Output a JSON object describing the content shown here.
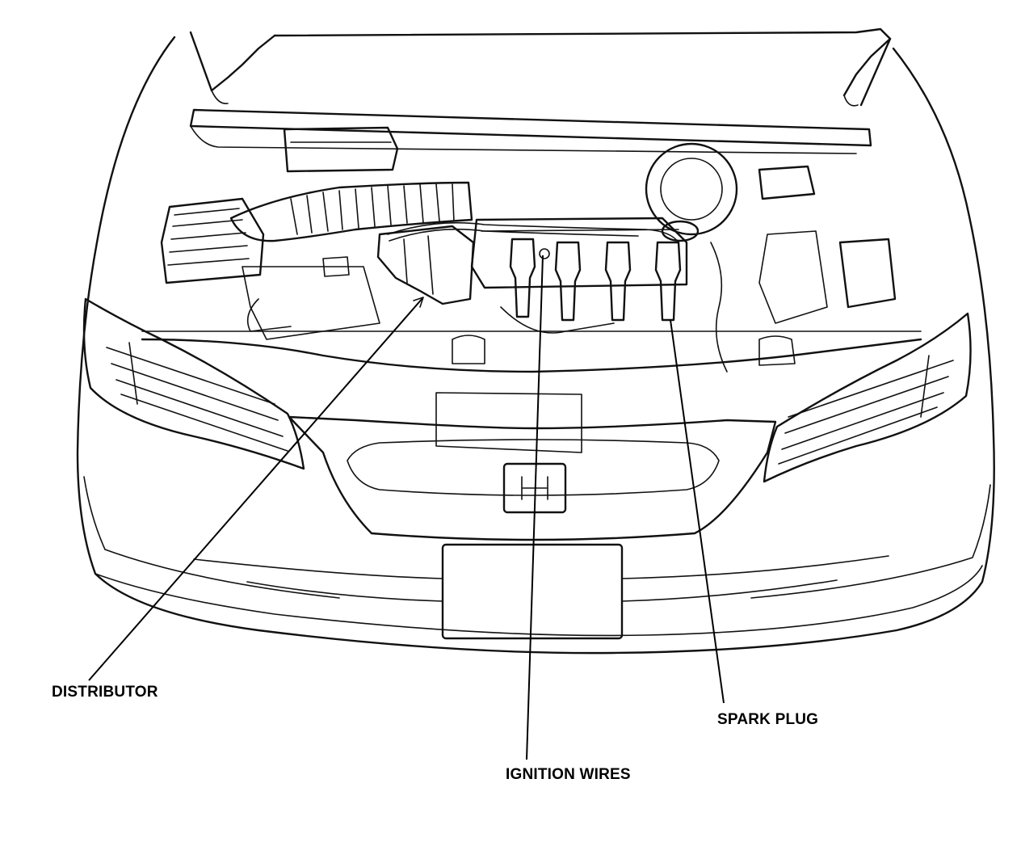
{
  "labels": {
    "distributor": "DISTRIBUTOR",
    "ignition_wires": "IGNITION WIRES",
    "spark_plug": "SPARK PLUG"
  },
  "colors": {
    "line": "#111111",
    "background": "#ffffff"
  }
}
